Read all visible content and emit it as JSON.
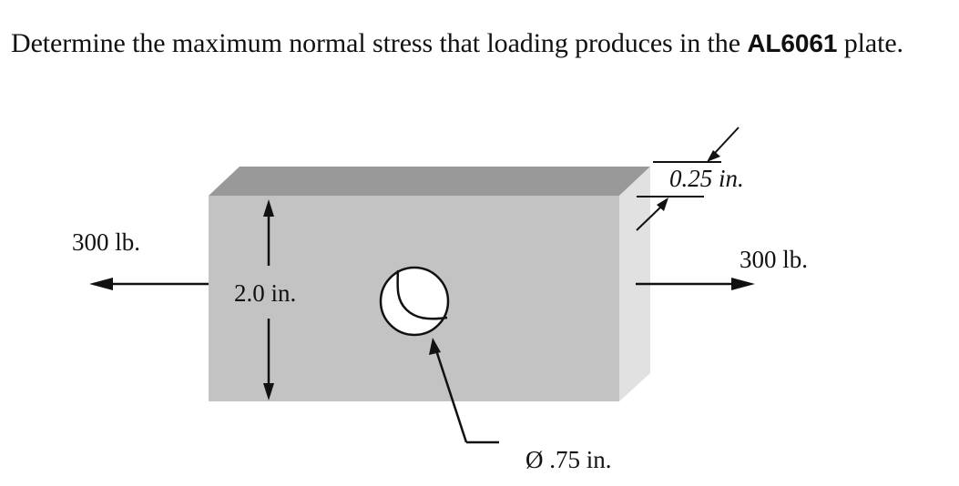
{
  "question": {
    "prefix": "Determine the maximum normal stress that loading produces in the ",
    "material": "AL6061",
    "suffix": " plate."
  },
  "figure": {
    "left_force_label": "300 lb.",
    "right_force_label": "300 lb.",
    "height_label": "2.0 in.",
    "thickness_label": "0.25 in.",
    "hole_label": "Ø .75 in.",
    "colors": {
      "front_face": "#c3c3c3",
      "top_face": "#999999",
      "side_face": "#e1e1e1",
      "hole": "#ffffff",
      "lines": "#111111"
    }
  }
}
